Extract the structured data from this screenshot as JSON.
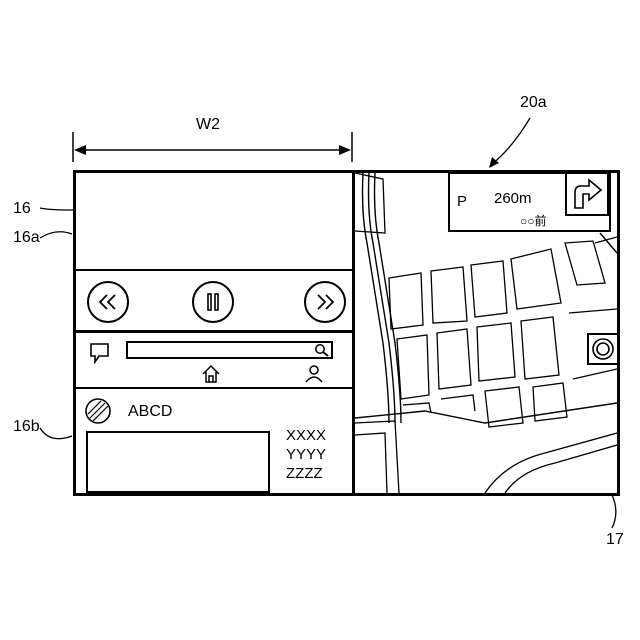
{
  "labels": {
    "width": "W2",
    "screen": "16",
    "first_area": "16a",
    "second_area": "16b",
    "map_area": "17",
    "guidance_area": "20a"
  },
  "info_panel": {
    "title": "ABCD",
    "lines": [
      "XXXX",
      "YYYY",
      "ZZZZ"
    ]
  },
  "guidance": {
    "distance": "260m",
    "place": "○○前",
    "parking_label": "P"
  },
  "icons": {
    "rewind": "rewind-icon",
    "pause": "pause-icon",
    "fast_forward": "fast-forward-icon",
    "message": "speech-bubble-icon",
    "search": "search-icon",
    "home": "home-icon",
    "user": "person-icon",
    "no_entry": "no-entry-icon",
    "turn_arrow": "turn-right-arrow-icon",
    "poi": "poi-icon"
  }
}
